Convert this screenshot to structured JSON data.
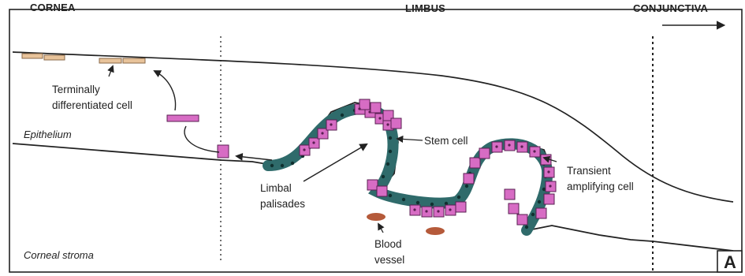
{
  "regions": {
    "cornea": "CORNEA",
    "limbus": "LIMBUS",
    "conjunctiva": "CONJUNCTIVA"
  },
  "labels": {
    "terminal_line1": "Terminally",
    "terminal_line2": "differentiated cell",
    "epithelium": "Epithelium",
    "stem_cell": "Stem cell",
    "transient_line1": "Transient",
    "transient_line2": "amplifying cell",
    "limbal_line1": "Limbal",
    "limbal_line2": "palisades",
    "blood_line1": "Blood",
    "blood_line2": "vessel",
    "corneal_stroma": "Corneal stroma"
  },
  "panel_label": "A",
  "colors": {
    "stem_cell": "#2f6b6b",
    "ta_cell": "#d76cc4",
    "ta_cell_nucleus": "#5a1f52",
    "terminal_cell": "#e8c39a",
    "blood_vessel": "#b55a3a",
    "line": "#222222"
  },
  "icons": {
    "conjunctiva_arrow": "right-arrow-icon"
  }
}
